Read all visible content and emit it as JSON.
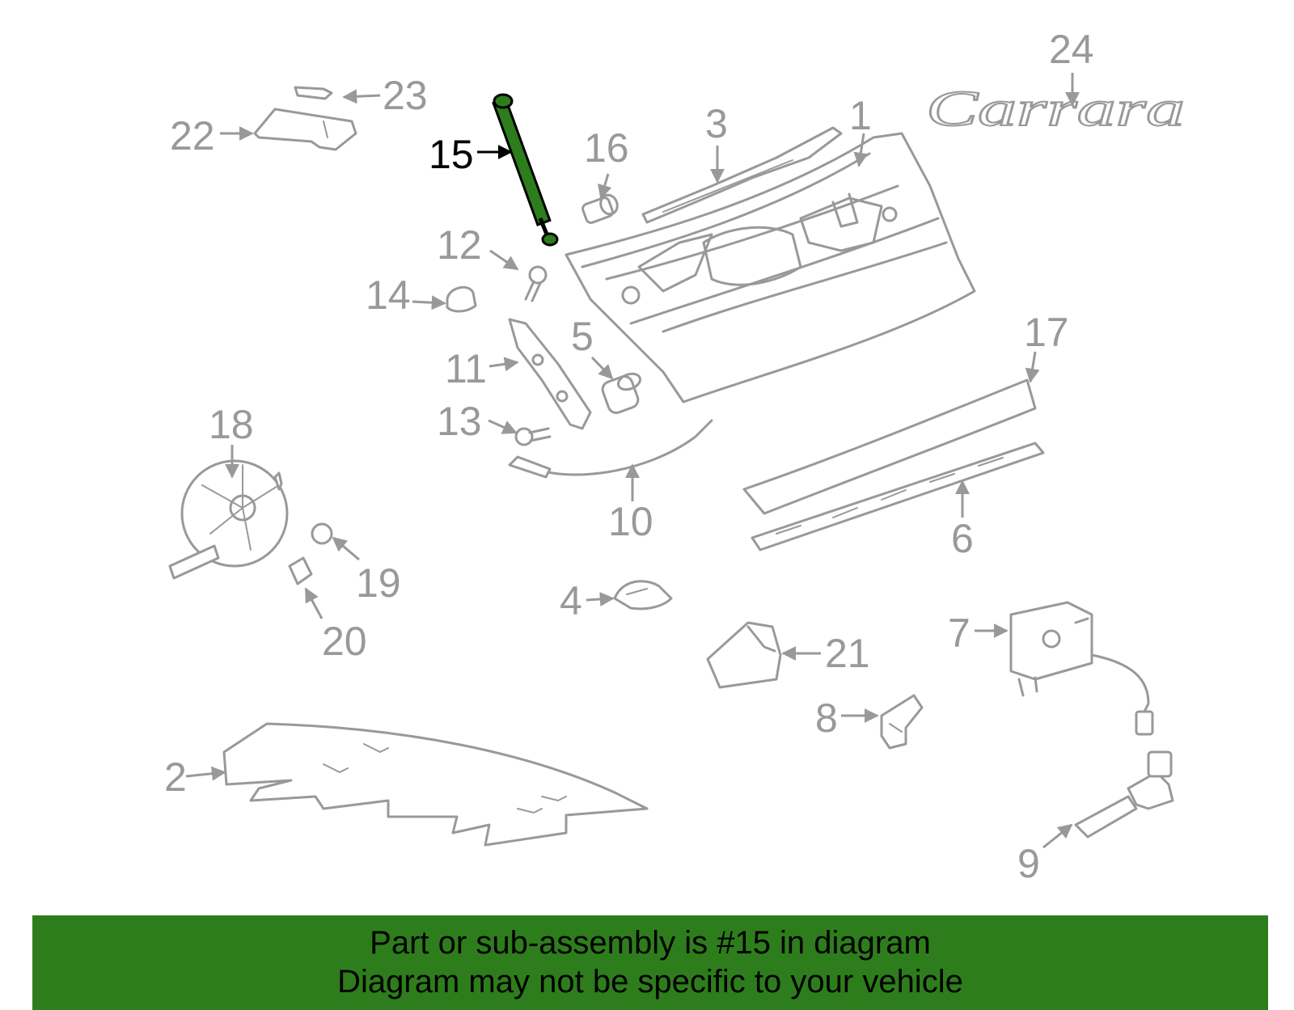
{
  "diagram": {
    "highlighted_part": "15",
    "callouts": [
      "1",
      "2",
      "3",
      "4",
      "5",
      "6",
      "7",
      "8",
      "9",
      "10",
      "11",
      "12",
      "13",
      "14",
      "15",
      "16",
      "17",
      "18",
      "19",
      "20",
      "21",
      "22",
      "23",
      "24"
    ],
    "emblem_text": "Carrara",
    "highlight_color": "#2e7d1c",
    "line_color": "#999999"
  },
  "banner": {
    "line1": "Part or sub-assembly is #15 in diagram",
    "line2": "Diagram may not be specific to your vehicle",
    "background": "#2e7d1c"
  }
}
